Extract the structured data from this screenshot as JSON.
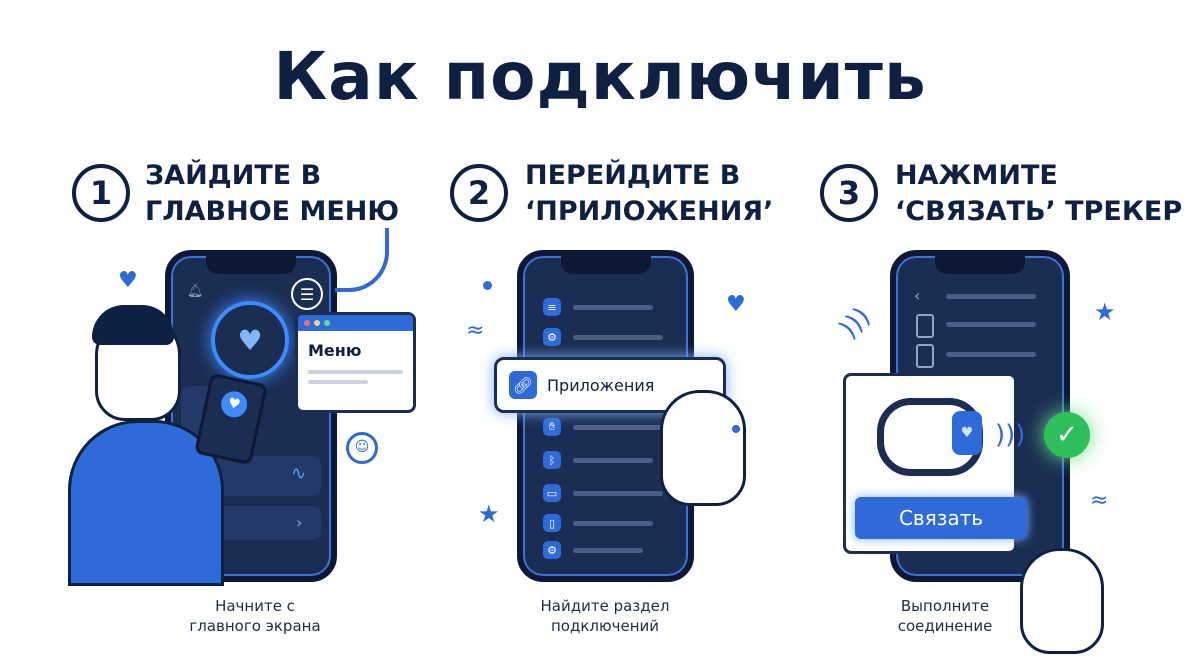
{
  "title": "Как подключить",
  "steps": [
    {
      "num": "1",
      "line1": "ЗАЙДИТЕ В",
      "line2": "ГЛАВНОЕ МЕНЮ",
      "caption1": "Начните с",
      "caption2": "главного экрана"
    },
    {
      "num": "2",
      "line1": "ПЕРЕЙДИТЕ В",
      "line2": "‘ПРИЛОЖЕНИЯ’",
      "caption1": "Найдите раздел",
      "caption2": "подключений"
    },
    {
      "num": "3",
      "line1": "НАЖМИТЕ",
      "line2": "‘СВЯЗАТЬ’ ТРЕКЕР",
      "caption1": "Выполните",
      "caption2": "соединение"
    }
  ],
  "menu_popup": {
    "label": "Меню"
  },
  "apps_popup": {
    "label": "Приложения"
  },
  "connect_button": {
    "label": "Связать"
  },
  "colors": {
    "navy": "#0f2142",
    "accent": "#2e6bd8",
    "success": "#2fbf5a"
  },
  "icons": [
    "hamburger-icon",
    "heart-icon",
    "link-icon",
    "check-icon",
    "pointer-hand-icon",
    "fitness-band-icon",
    "wifi-signal-icon",
    "star-icon"
  ]
}
